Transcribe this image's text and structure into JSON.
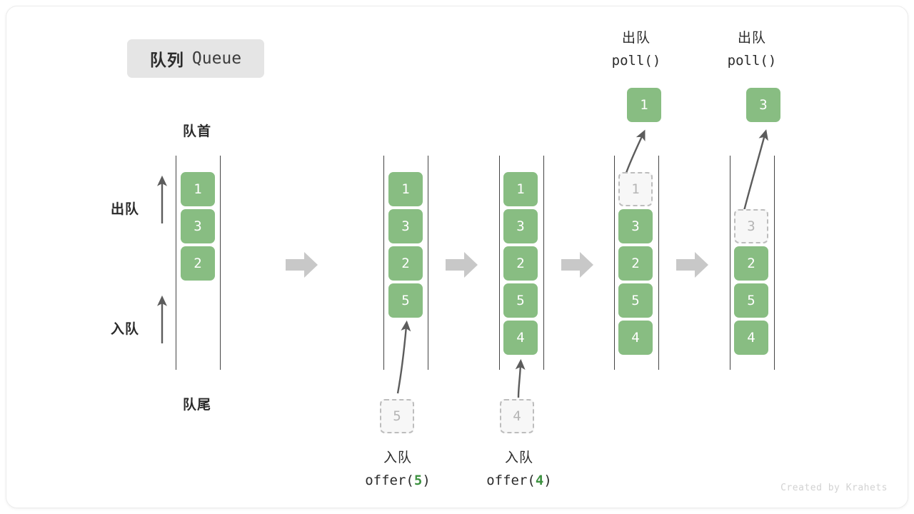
{
  "card": {
    "background": "#ffffff",
    "border_color": "#ececec"
  },
  "title": {
    "cn": "队列",
    "en": "Queue",
    "badge_color": "#e5e5e5"
  },
  "labels": {
    "head": "队首",
    "tail": "队尾",
    "dequeue": "出队",
    "enqueue": "入队"
  },
  "colors": {
    "element_fill": "#88bd82",
    "element_text": "#ffffff",
    "ghost_fill": "#f7f7f7",
    "ghost_border": "#bdbdbd",
    "ghost_text": "#b5b5b5",
    "rail": "#444444",
    "arrow": "#5c5c5c",
    "flow_arrow": "#c8c8c8",
    "accent_code": "#3d9140"
  },
  "stages": [
    {
      "id": "initial",
      "name": "initial-queue",
      "cells": [
        {
          "value": "1",
          "state": "filled"
        },
        {
          "value": "3",
          "state": "filled"
        },
        {
          "value": "2",
          "state": "filled"
        }
      ],
      "top_caption": null,
      "bottom_caption": null,
      "popped": null,
      "pending": null
    },
    {
      "id": "offer5",
      "name": "after-offer-5",
      "cells": [
        {
          "value": "1",
          "state": "filled"
        },
        {
          "value": "3",
          "state": "filled"
        },
        {
          "value": "2",
          "state": "filled"
        },
        {
          "value": "5",
          "state": "filled"
        }
      ],
      "top_caption": null,
      "bottom_caption": {
        "cn": "入队",
        "code_prefix": "offer(",
        "arg": "5",
        "code_suffix": ")"
      },
      "popped": null,
      "pending": {
        "value": "5",
        "state": "ghost"
      }
    },
    {
      "id": "offer4",
      "name": "after-offer-4",
      "cells": [
        {
          "value": "1",
          "state": "filled"
        },
        {
          "value": "3",
          "state": "filled"
        },
        {
          "value": "2",
          "state": "filled"
        },
        {
          "value": "5",
          "state": "filled"
        },
        {
          "value": "4",
          "state": "filled"
        }
      ],
      "top_caption": null,
      "bottom_caption": {
        "cn": "入队",
        "code_prefix": "offer(",
        "arg": "4",
        "code_suffix": ")"
      },
      "popped": null,
      "pending": {
        "value": "4",
        "state": "ghost"
      }
    },
    {
      "id": "poll1",
      "name": "after-poll-1",
      "cells": [
        {
          "value": "1",
          "state": "ghost"
        },
        {
          "value": "3",
          "state": "filled"
        },
        {
          "value": "2",
          "state": "filled"
        },
        {
          "value": "5",
          "state": "filled"
        },
        {
          "value": "4",
          "state": "filled"
        }
      ],
      "top_caption": {
        "cn": "出队",
        "code": "poll()"
      },
      "bottom_caption": null,
      "popped": {
        "value": "1",
        "state": "filled"
      },
      "pending": null
    },
    {
      "id": "poll3",
      "name": "after-poll-3",
      "cells": [
        {
          "value": "",
          "state": "empty"
        },
        {
          "value": "3",
          "state": "ghost"
        },
        {
          "value": "2",
          "state": "filled"
        },
        {
          "value": "5",
          "state": "filled"
        },
        {
          "value": "4",
          "state": "filled"
        }
      ],
      "top_caption": {
        "cn": "出队",
        "code": "poll()"
      },
      "bottom_caption": null,
      "popped": {
        "value": "3",
        "state": "filled"
      },
      "pending": null
    }
  ],
  "watermark": "Created by Krahets"
}
